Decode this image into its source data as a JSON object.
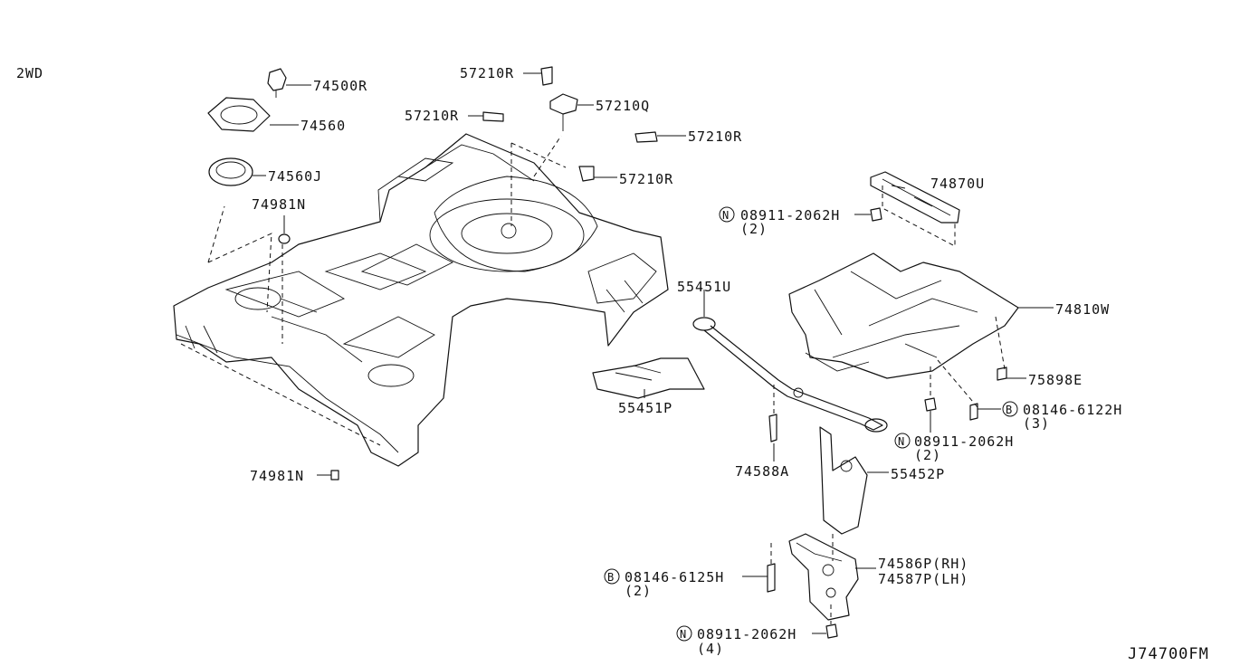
{
  "diagram": {
    "variant_label": "2WD",
    "drawing_id": "J74700FM",
    "callouts": {
      "p74500R": "74500R",
      "p74560": "74560",
      "p74560J": "74560J",
      "p74981N_a": "74981N",
      "p74981N_b": "74981N",
      "p57210R_a": "57210R",
      "p57210R_b": "57210R",
      "p57210R_c": "57210R",
      "p57210R_d": "57210R",
      "p57210Q": "57210Q",
      "p74870U": "74870U",
      "n08911_a": "08911-2062H",
      "n08911_a_qty": "(2)",
      "p74810W": "74810W",
      "p55451U": "55451U",
      "p55451P": "55451P",
      "p75898E": "75898E",
      "b08146_a": "08146-6122H",
      "b08146_a_qty": "(3)",
      "n08911_b": "08911-2062H",
      "n08911_b_qty": "(2)",
      "p74588A": "74588A",
      "p55452P": "55452P",
      "p74586P": "74586P(RH)",
      "p74587P": "74587P(LH)",
      "b08146_b": "08146-6125H",
      "b08146_b_qty": "(2)",
      "n08911_c": "08911-2062H",
      "n08911_c_qty": "(4)"
    },
    "symbols": {
      "nut": "N",
      "bolt": "B"
    }
  }
}
